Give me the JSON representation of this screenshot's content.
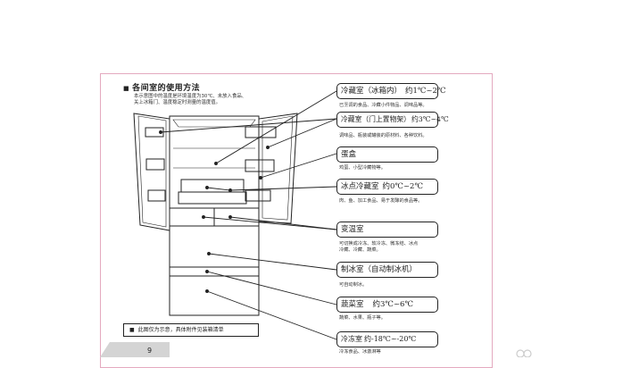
{
  "section": {
    "title": "各间室的使用方法",
    "intro_lines": [
      "本示意图中的温度是环境温度为30℃、未放入食品、",
      "关上冰箱门、温度稳定时测量的温度值。"
    ]
  },
  "compartments": [
    {
      "name": "冷藏室（冰箱内）",
      "range": "约1℃~2℃",
      "desc_lines": [
        "已烹调的食品、冷藏小件物品、调味品等。"
      ]
    },
    {
      "name": "冷藏室（门上置物架）",
      "range": "约3℃~4℃",
      "desc_lines": [
        "调味品、瓶装或罐装的原材料、各种饮料。"
      ]
    },
    {
      "name": "蛋盒",
      "range": "",
      "desc_lines": [
        "鸡蛋、小型冷藏物等。"
      ]
    },
    {
      "name": "冰点冷藏室",
      "range": "约0℃~2℃",
      "desc_lines": [
        "肉、鱼、加工食品、易于发酵的食品等。"
      ]
    },
    {
      "name": "变温室",
      "range": "",
      "desc_lines": [
        "可切换成冷冻、软冷冻、微冻结、冰点",
        "冷藏、冷藏、蔬菜。"
      ]
    },
    {
      "name": "制冰室（自动制冰机）",
      "range": "",
      "desc_lines": [
        "可自动制冰。"
      ]
    },
    {
      "name": "蔬菜室",
      "range": "约3℃~6℃",
      "desc_lines": [
        "蔬菜、水果、瓶子等。"
      ]
    },
    {
      "name": "冷冻室",
      "range": "约-18℃~-20℃",
      "desc_lines": [
        "冷冻食品、冰激淋等"
      ]
    }
  ],
  "note": "此图仅为示意，具体附件见装箱清单",
  "page_number": "9",
  "colors": {
    "frame": "#e4a9bf",
    "tab": "#d4d4d4",
    "line": "#222222"
  }
}
